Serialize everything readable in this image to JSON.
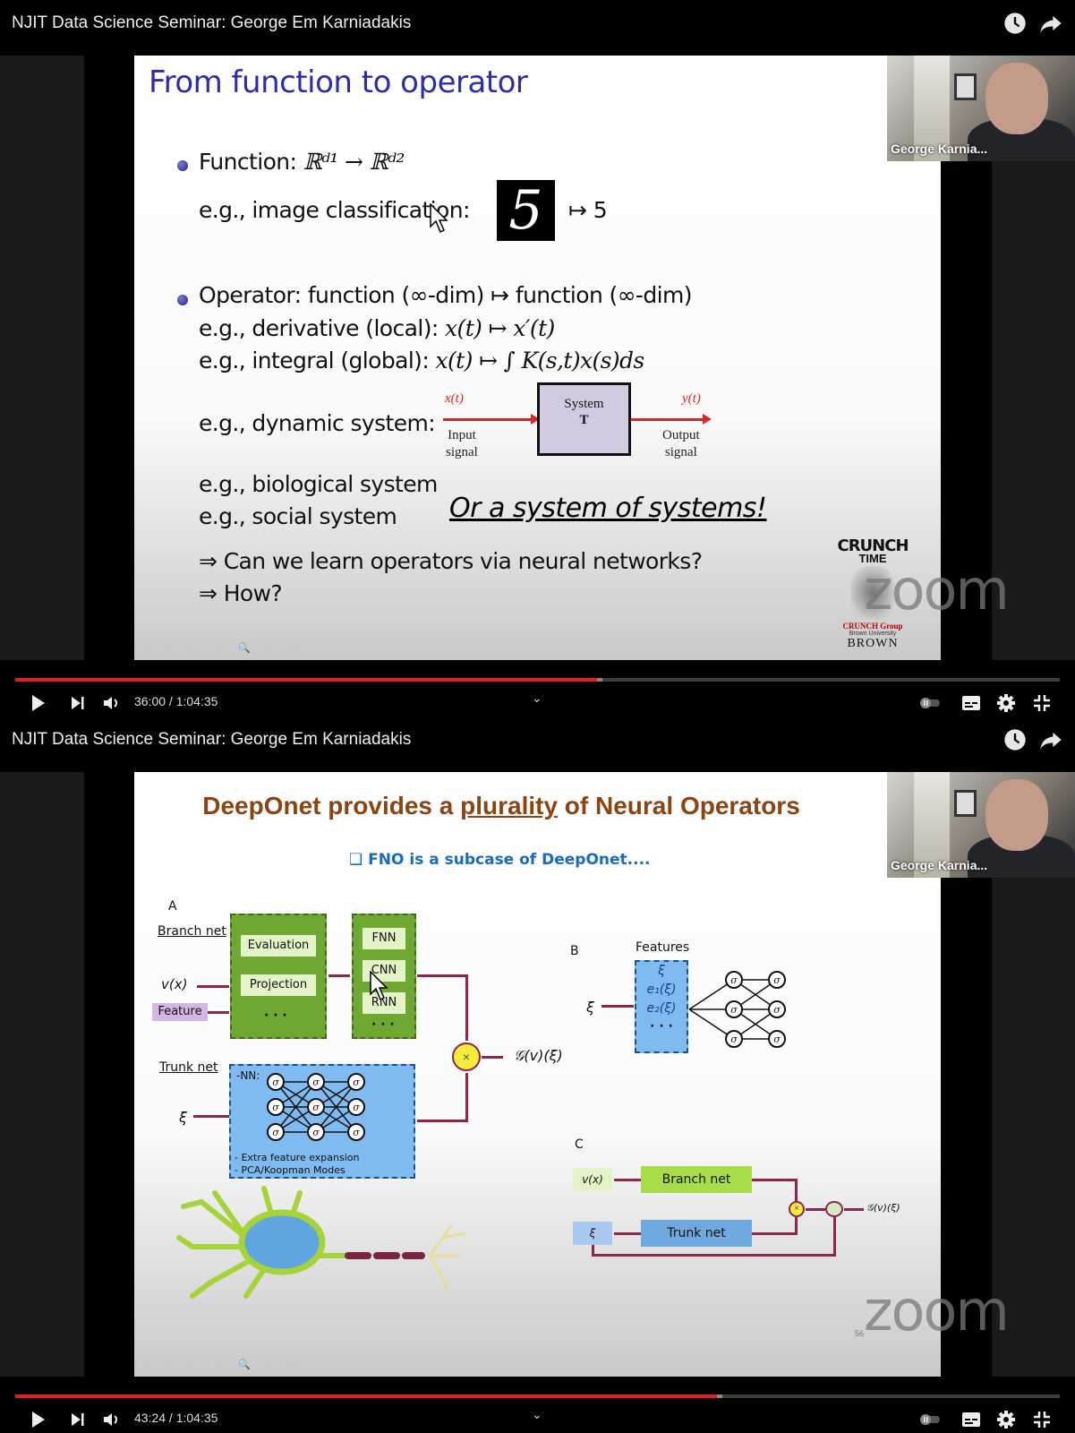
{
  "players": [
    {
      "title": "NJIT Data Science Seminar: George Em Karniadakis",
      "top_icons": [
        "watch-later-icon",
        "share-icon"
      ],
      "webcam_name": "George Karnia...",
      "current_time": "36:00",
      "duration": "1:04:35",
      "time_display": "36:00 / 1:04:35",
      "progress_percent": 55.7,
      "slide": {
        "title": "From function to operator",
        "function_label": "Function: ℝ^d1 → ℝ^d2",
        "function_prefix": "Function:",
        "function_math": "ℝᵈ¹ → ℝᵈ²",
        "image_class": "e.g., image classification:",
        "mnist_digit": "5",
        "maps_to": "↦ 5",
        "operator": "Operator: function (∞-dim) ↦ function (∞-dim)",
        "derivative_prefix": "e.g., derivative (local):",
        "derivative_math": "x(t) ↦ x′(t)",
        "integral_prefix": "e.g., integral (global):",
        "integral_math": "x(t) ↦ ∫ K(s,t)x(s)ds",
        "dynamic": "e.g., dynamic system:",
        "system_label": "System",
        "system_T": "T",
        "input_var": "x(t)",
        "output_var": "y(t)",
        "input_label_1": "Input",
        "input_label_2": "signal",
        "output_label_1": "Output",
        "output_label_2": "signal",
        "biological": "e.g., biological system",
        "social": "e.g., social system",
        "system_of_systems": "Or a system of systems!",
        "question1": "⇒ Can we learn operators via neural networks?",
        "question2": "⇒ How?",
        "logo_line1": "CRUNCH",
        "logo_line2": "TIME",
        "logo_group": "CRUNCH Group",
        "logo_univ": "Brown University",
        "logo_brown": "BROWN",
        "toolbar_faint": "◁ ▷ ✎ ⧉ 🔍 ≡ ⊖"
      }
    },
    {
      "title": "NJIT Data Science Seminar: George Em Karniadakis",
      "top_icons": [
        "watch-later-icon",
        "share-icon"
      ],
      "webcam_name": "George Karnia...",
      "current_time": "43:24",
      "duration": "1:04:35",
      "time_display": "43:24 / 1:04:35",
      "progress_percent": 67.2,
      "slide": {
        "title_pre": "DeepOnet provides a ",
        "title_u": "plurality",
        "title_post": " of Neural Operators",
        "subtitle": "❑ FNO is a subcase of DeepOnet....",
        "panel_a": "A",
        "branch_net": "Branch net",
        "vx": "v(x)",
        "feature": "Feature",
        "evaluation": "Evaluation",
        "projection": "Projection",
        "dots": "· · ·",
        "fnn": "FNN",
        "cnn": "CNN",
        "rnn": "RNN",
        "multiply": "×",
        "output": "𝒢(v)(ξ)",
        "trunk_net": "Trunk net",
        "xi": "ξ",
        "nn_label": "-NN:",
        "sigma": "σ",
        "extra1": "- Extra feature expansion",
        "extra2": "- PCA/Koopman Modes",
        "panel_b": "B",
        "features": "Features",
        "feat_xi": "ξ",
        "feat_e1": "e₁(ξ)",
        "feat_e2": "e₂(ξ)",
        "panel_c": "C",
        "c_vx": "v(x)",
        "c_branch": "Branch net",
        "c_xi": "ξ",
        "c_trunk": "Trunk net",
        "c_output": "𝒢(v)(ξ)",
        "page_number": "56"
      }
    }
  ],
  "controls": {
    "play_icon": "play-icon",
    "next_icon": "next-icon",
    "volume_icon": "volume-icon",
    "chevron": "⌄",
    "autoplay_toggle": "autoplay-toggle",
    "subtitles_icon": "subtitles-icon",
    "settings_icon": "gear-icon",
    "exit_fullscreen_icon": "exit-fullscreen-icon"
  },
  "watermark": "zoom",
  "colors": {
    "progress_played": "#e51d22",
    "progress_track": "#3d3d3d",
    "slide1_title": "#2c2ea8",
    "slide2_title": "#8b4513",
    "slide2_subtitle": "#1a6ac2",
    "branch_green": "#6ea832",
    "trunk_blue": "#7fbaf0",
    "arrow_maroon": "#8e2450"
  }
}
